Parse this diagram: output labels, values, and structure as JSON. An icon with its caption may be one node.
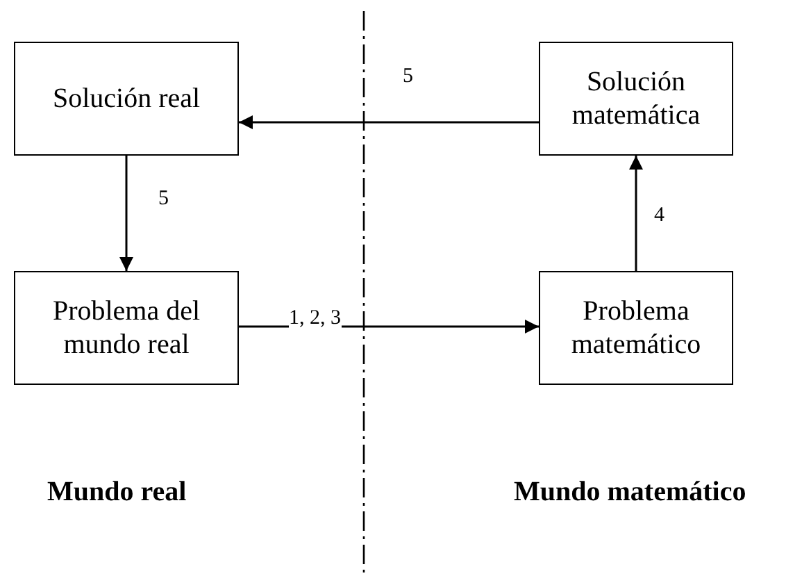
{
  "diagram": {
    "nodes": [
      {
        "text": [
          "Solución real"
        ]
      },
      {
        "text": [
          "Solución matemática"
        ]
      },
      {
        "text": [
          "Problema del mundo real"
        ]
      },
      {
        "text": [
          "Problema matemático"
        ]
      }
    ],
    "edges": [
      {
        "from": 1,
        "to": 0,
        "arrow": "to",
        "label": "5"
      },
      {
        "from": 0,
        "to": 2,
        "arrow": "to",
        "label": "5"
      },
      {
        "from": 2,
        "to": 3,
        "arrow": "to",
        "label": "1, 2, 3"
      },
      {
        "from": 3,
        "to": 1,
        "arrow": "to",
        "label": "4"
      }
    ],
    "labels": [
      "Mundo real",
      "Mundo matemático"
    ]
  }
}
